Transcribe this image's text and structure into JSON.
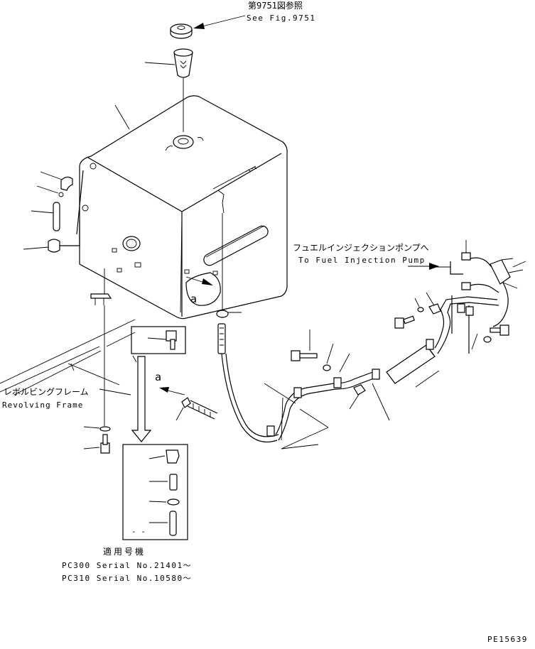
{
  "callouts": {
    "see_fig_jp": "第9751図参照",
    "see_fig_en": "See Fig.9751",
    "fuel_pump_jp": "フュエルインジェクションポンプへ",
    "fuel_pump_en": "To Fuel Injection Pump",
    "revolving_frame_jp": "レボルビングフレーム",
    "revolving_frame_en": "Revolving Frame",
    "view_marker": "a",
    "tank_marker": "a",
    "detail_dash": "- -"
  },
  "serial_note": {
    "heading": "適用号機",
    "line1": "PC300 Serial No.21401～",
    "line2": "PC310 Serial No.10580～"
  },
  "drawing_number": "PE15639"
}
